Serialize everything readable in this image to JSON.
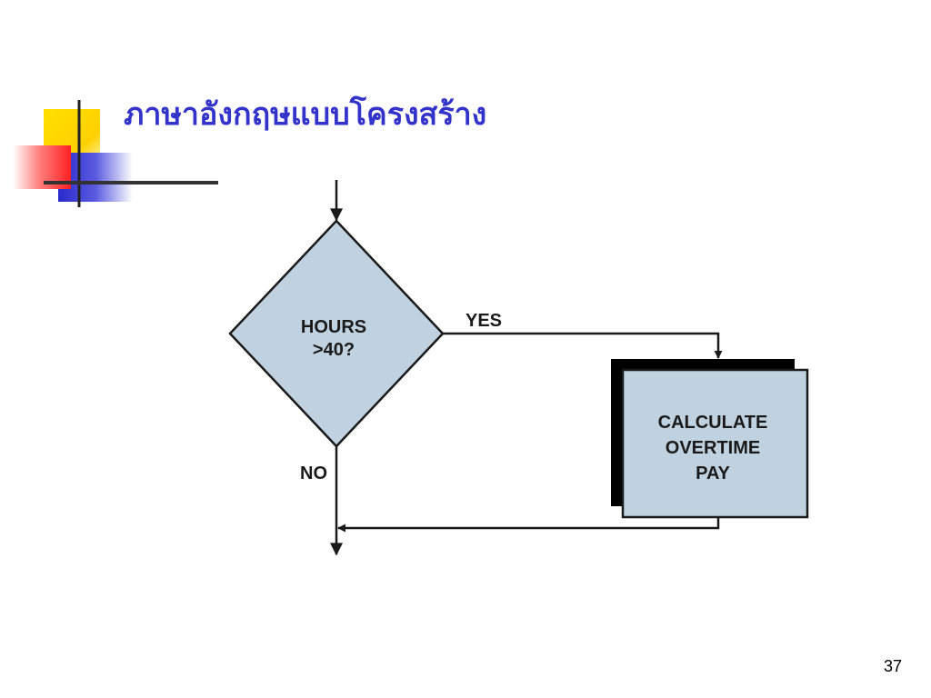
{
  "slide": {
    "title": "ภาษาอังกฤษแบบโครงสร้าง",
    "title_color": "#3333cc",
    "page_number": "37"
  },
  "flowchart": {
    "decision": {
      "line1": "HOURS",
      "line2": ">40?"
    },
    "yes_label": "YES",
    "no_label": "NO",
    "process": {
      "line1": "CALCULATE",
      "line2": "OVERTIME",
      "line3": "PAY"
    },
    "shape_fill": "#c0d2e0",
    "stroke_color": "#1a1a1a"
  }
}
